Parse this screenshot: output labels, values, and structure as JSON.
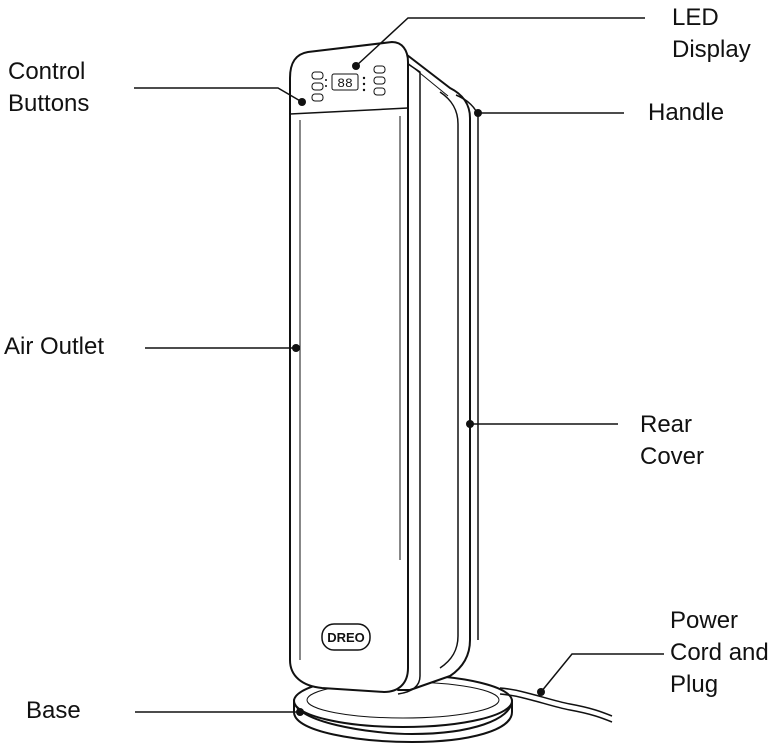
{
  "labels": {
    "led_display": [
      "LED",
      "Display"
    ],
    "control_buttons": [
      "Control",
      "Buttons"
    ],
    "handle": [
      "Handle"
    ],
    "air_outlet": [
      "Air Outlet"
    ],
    "rear_cover": [
      "Rear",
      "Cover"
    ],
    "power_cord": [
      "Power",
      "Cord and",
      "Plug"
    ],
    "base": [
      "Base"
    ]
  },
  "device": {
    "display_digits": "88",
    "badge_text": "DREO"
  }
}
